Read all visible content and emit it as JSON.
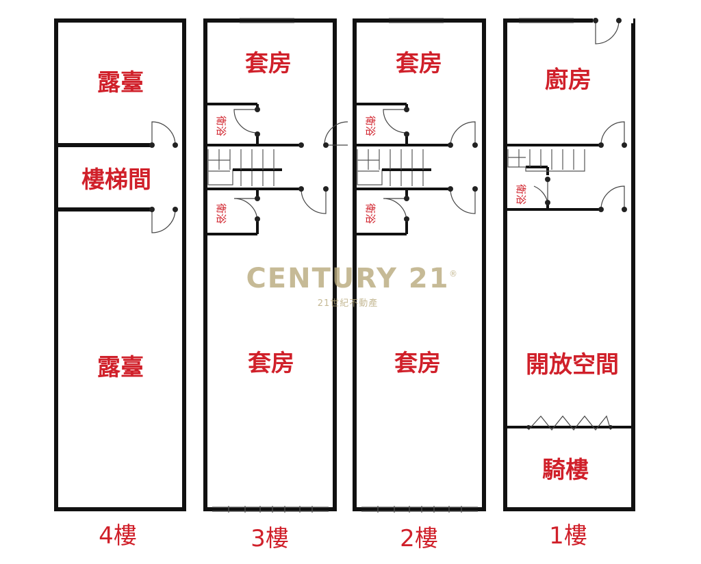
{
  "colors": {
    "label": "#d0202a",
    "wall": "#111111",
    "watermark": "#b8aa7c"
  },
  "floors": [
    {
      "label": "4樓",
      "rooms": [
        "露臺",
        "樓梯間",
        "露臺"
      ]
    },
    {
      "label": "3樓",
      "rooms": [
        "套房",
        "衛浴",
        "衛浴",
        "套房"
      ]
    },
    {
      "label": "2樓",
      "rooms": [
        "套房",
        "衛浴",
        "衛浴",
        "套房"
      ]
    },
    {
      "label": "1樓",
      "rooms": [
        "廚房",
        "衛浴",
        "開放空間",
        "騎樓"
      ]
    }
  ],
  "watermark": {
    "brand": "CENTURY 21",
    "registered": "®",
    "subtitle": "21世紀不動產"
  }
}
